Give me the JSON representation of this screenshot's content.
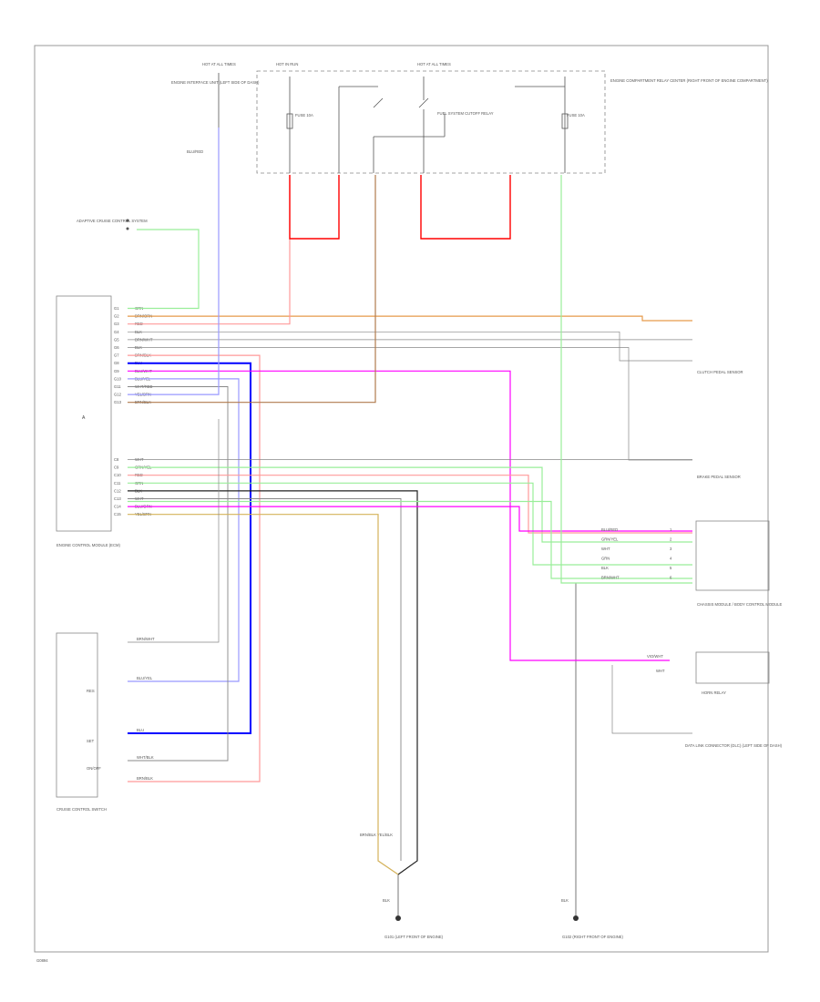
{
  "diagram": {
    "page_tag": "G0894",
    "main_module": {
      "name": "ENGINE CONTROL MODULE (ECM)",
      "pins_upper": [
        "G1",
        "G2",
        "G3",
        "G4",
        "G5",
        "G6",
        "G7",
        "G8",
        "G9",
        "G10",
        "G11",
        "G12",
        "G13"
      ],
      "pins_lower": [
        "C8",
        "C9",
        "C10",
        "C11",
        "C12",
        "C13",
        "C14",
        "C15"
      ],
      "wires_upper": [
        "GRN",
        "BRN/ORN",
        "RED",
        "BLK",
        "BRN/WHT",
        "BLK",
        "BRN/BLK",
        "BLU",
        "BLU/WHT",
        "BLU/YEL",
        "WHT/RED",
        "YEL/BRN",
        "BRN/BLK"
      ],
      "wires_lower": [
        "WHT",
        "GRN/YEL",
        "RED",
        "GRN",
        "BLK",
        "WHT",
        "BLU/GRN",
        "YEL/BRN"
      ]
    },
    "top_labels": {
      "fuse_left": "HOT IN RUN",
      "fuse_mid": "HOT AT ALL TIMES",
      "fuse_right": "HOT AT ALL TIMES",
      "switch_label": "FUEL SYSTEM CUTOFF RELAY",
      "left_ref": "ENGINE INTERFACE UNIT (LEFT SIDE OF DASH)",
      "right_ref": "ENGINE COMPARTMENT RELAY CENTER (RIGHT FRONT OF ENGINE COMPARTMENT)",
      "fuse_a": "FUSE 10A",
      "fuse_b": "FUSE 10A"
    },
    "blue_wire_label": "BLU/RED",
    "connector_ref": "ADAPTIVE CRUISE CONTROL SYSTEM",
    "pedal_sensors": {
      "clutch": "CLUTCH PEDAL SENSOR",
      "brake": "BRAKE PEDAL SENSOR"
    },
    "control_unit_right": "CHASSIS MODULE / BODY CONTROL MODULE",
    "horn": "HORN RELAY",
    "data_link": "DATA LINK CONNECTOR (DLC) (LEFT SIDE OF DASH)",
    "cruise_switch": "CRUISE CONTROL SWITCH",
    "grounds": {
      "left": "G101 (LEFT FRONT OF ENGINE)",
      "right": "G102 (RIGHT FRONT OF ENGINE)",
      "left_wire": "BLK",
      "right_wire": "BLK"
    },
    "right_unit_wires": [
      "BLU/RED",
      "GRN/YEL",
      "WHT",
      "GRN",
      "BLK",
      "BRN/WHT"
    ],
    "right_unit_pins": [
      "1",
      "2",
      "3",
      "4",
      "5",
      "6"
    ],
    "horn_wires": [
      "VIO/WHT",
      "WHT"
    ],
    "switch_wires": [
      "BRN/WHT",
      "BLU/YEL",
      "BLU",
      "WHT/BLK",
      "BRN/BLK"
    ],
    "switch_pins": [
      "RES",
      "SET",
      "ON/OFF"
    ],
    "ground_splice": "BRN/BLK YEL/BLK"
  },
  "colors": {
    "red": "#ff0000",
    "pink": "#ff9999",
    "orange": "#e69a4a",
    "blue": "#0000ff",
    "lightblue": "#9999ff",
    "magenta": "#ff00ff",
    "green": "#33cc33",
    "lightgreen": "#99ee99",
    "brown": "#b07b4e",
    "gray": "#888888",
    "black": "#222222",
    "yellow": "#d4b25a"
  }
}
